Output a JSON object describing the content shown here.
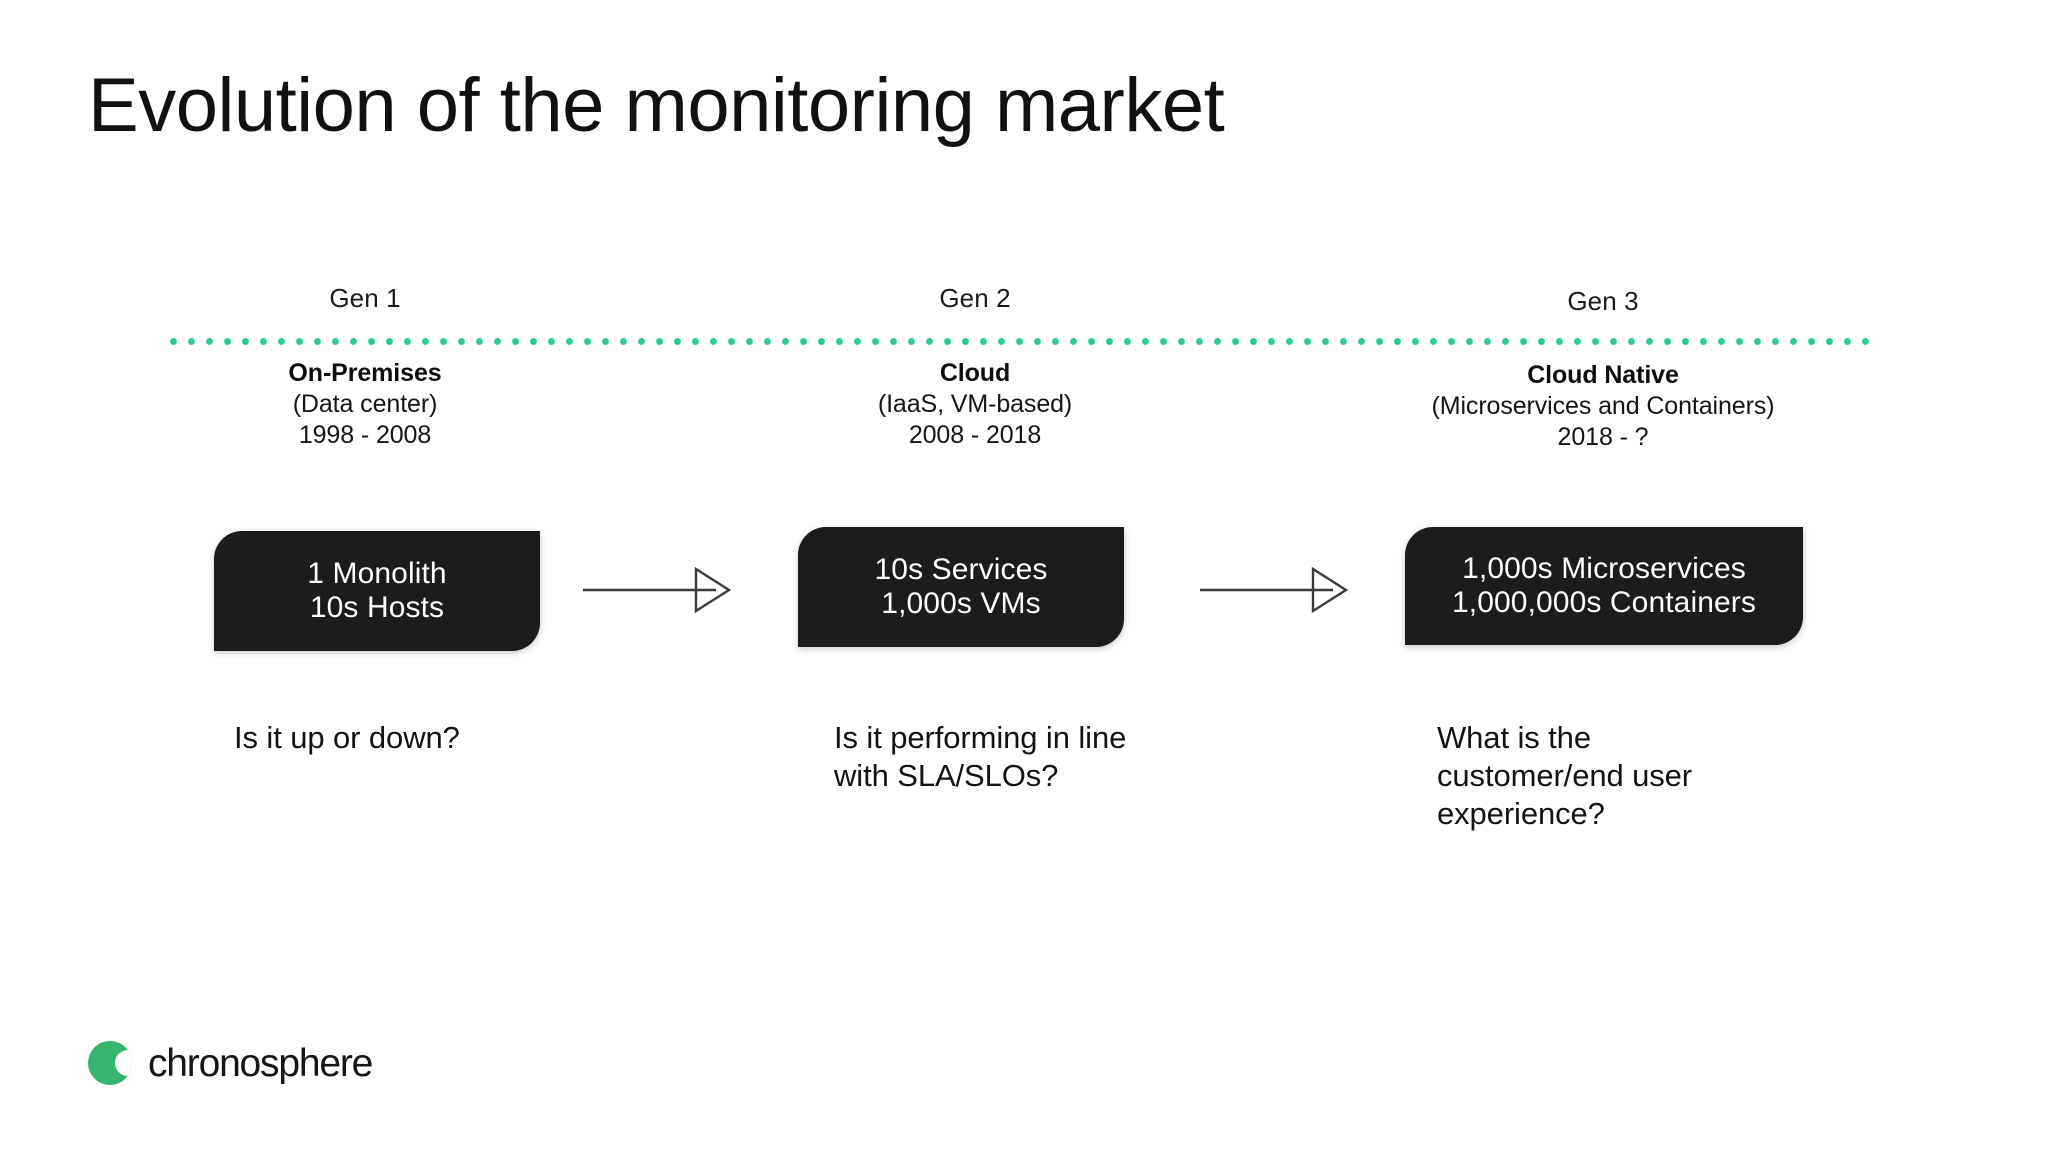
{
  "slide": {
    "title": "Evolution of the monitoring market",
    "background_color": "#ffffff",
    "accent_color": "#2ec98d",
    "box_color": "#1c1c1c"
  },
  "timeline": {
    "style": "dotted",
    "color": "#2ec98d"
  },
  "generations": [
    {
      "gen_label": "Gen 1",
      "title": "On-Premises",
      "subtitle": "(Data center)",
      "years": "1998 - 2008",
      "scale": {
        "line1": "1 Monolith",
        "line2": "10s Hosts"
      },
      "question": "Is it up or down?"
    },
    {
      "gen_label": "Gen 2",
      "title": "Cloud",
      "subtitle": "(IaaS, VM-based)",
      "years": "2008 - 2018",
      "scale": {
        "line1": "10s Services",
        "line2": "1,000s VMs"
      },
      "question": "Is it performing in line with SLA/SLOs?"
    },
    {
      "gen_label": "Gen 3",
      "title": "Cloud Native",
      "subtitle": "(Microservices and Containers)",
      "years": "2018 - ?",
      "scale": {
        "line1": "1,000s Microservices",
        "line2": "1,000,000s Containers"
      },
      "question": "What is the customer/end user experience?"
    }
  ],
  "arrows": [
    {
      "name": "arrow-gen1-to-gen2",
      "direction": "right"
    },
    {
      "name": "arrow-gen2-to-gen3",
      "direction": "right"
    }
  ],
  "brand": {
    "wordmark": "chronosphere",
    "mark_color": "#35b56d"
  }
}
